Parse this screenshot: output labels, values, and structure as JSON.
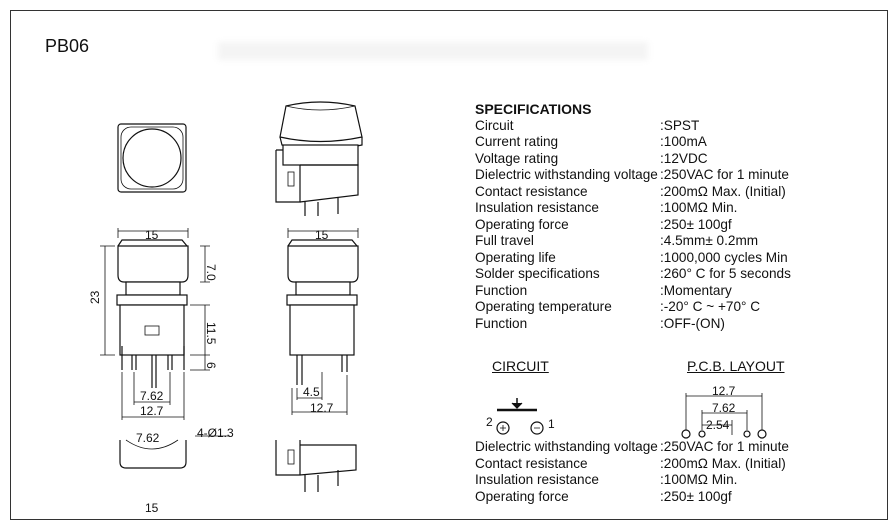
{
  "model": "PB06",
  "specs": {
    "title": "SPECIFICATIONS",
    "rows": [
      {
        "k": "Circuit",
        "v": ":SPST"
      },
      {
        "k": "Current rating",
        "v": ":100mA"
      },
      {
        "k": "Voltage rating",
        "v": ":12VDC"
      },
      {
        "k": "Dielectric withstanding voltage",
        "v": ":250VAC for 1 minute"
      },
      {
        "k": "Contact resistance",
        "v": ":200mΩ   Max. (Initial)"
      },
      {
        "k": "Insulation resistance",
        "v": ":100MΩ   Min."
      },
      {
        "k": "Operating force",
        "v": ":250± 100gf"
      },
      {
        "k": "Full travel",
        "v": ":4.5mm± 0.2mm"
      },
      {
        "k": "Operating life",
        "v": ":1000,000 cycles Min"
      },
      {
        "k": "Solder specifications",
        "v": ":260° C for 5 seconds"
      },
      {
        "k": "Function",
        "v": ":Momentary"
      },
      {
        "k": "Operating temperature",
        "v": ":-20° C ~ +70° C"
      },
      {
        "k": "Function",
        "v": ":OFF-(ON)"
      }
    ],
    "rows_repeat": [
      {
        "k": "Dielectric withstanding voltage",
        "v": ":250VAC for 1 minute"
      },
      {
        "k": "Contact resistance",
        "v": ":200mΩ   Max. (Initial)"
      },
      {
        "k": "Insulation resistance",
        "v": ":100MΩ   Min."
      },
      {
        "k": "Operating force",
        "v": ":250± 100gf"
      }
    ]
  },
  "circuit": {
    "title": "CIRCUIT",
    "pin_left": "2",
    "pin_right": "1"
  },
  "pcb": {
    "title": "P.C.B. LAYOUT",
    "d1": "12.7",
    "d2": "7.62",
    "d3": "2.54"
  },
  "dims": {
    "front_width": "15",
    "cap_height": "7.0",
    "total_height": "23",
    "body_height": "11.5",
    "pin_length": "6",
    "pin_spacing": "7.62",
    "pin_outer": "12.7",
    "side_width": "15",
    "side_offset": "4.5",
    "side_outer": "12.7",
    "hole_note": "4-Ø1.3",
    "cut_dim": "7.62",
    "bottom_dim": "15"
  }
}
